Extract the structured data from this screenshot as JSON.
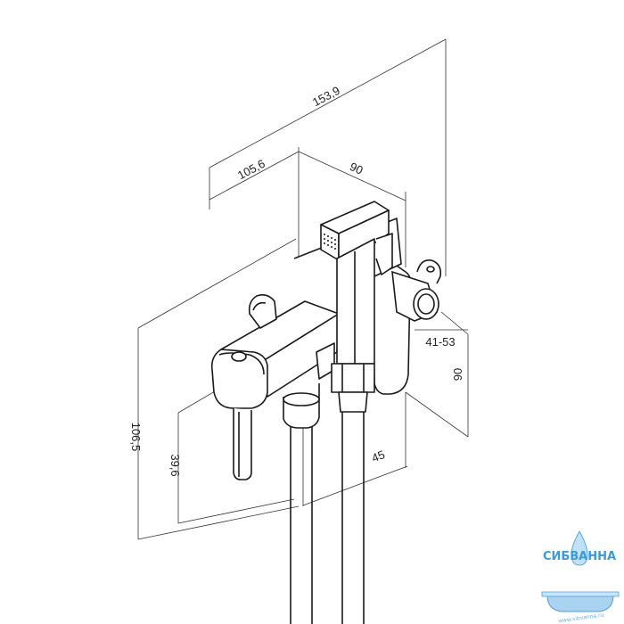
{
  "dimensions": {
    "overall_width": "153,9",
    "body_width": "105,6",
    "depth": "90",
    "total_height": "106,5",
    "lever_height": "39,6",
    "pipe_range": "41-53",
    "mount_height": "90",
    "offset": "45"
  },
  "watermark": {
    "brand": "СИБВАННА",
    "url": "www.sibvanna.ru"
  },
  "colors": {
    "line": "#1a1a1a",
    "dimension_line": "#333333",
    "watermark_blue": "#3a9bd8"
  }
}
